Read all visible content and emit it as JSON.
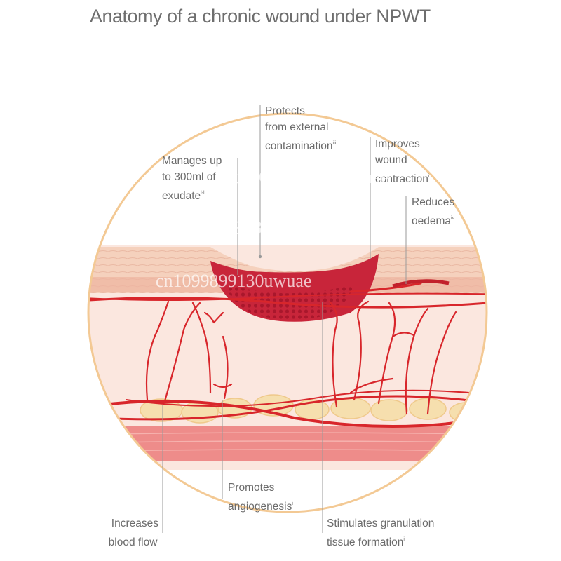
{
  "title": "Anatomy of a chronic wound under NPWT",
  "colors": {
    "circle_border": "#f3c994",
    "epidermis": "#f5d1bd",
    "dermis": "#fbe7df",
    "wound_bed": "#c8253a",
    "blood_vessel": "#d8262b",
    "fat": "#f6dfae",
    "muscle": "#ee8c8a",
    "leader_line": "#9a9a9a"
  },
  "labels": {
    "protects": {
      "line1": "Protects",
      "line2": "from external",
      "line3": "contamination",
      "ref": "iii"
    },
    "manages": {
      "line1": "Manages up",
      "line2": "to 300ml of",
      "line3": "exudate",
      "ref": "i-ii"
    },
    "improves": {
      "line1": "Improves",
      "line2": "wound",
      "line3": "contraction",
      "ref": "i"
    },
    "reduces": {
      "line1": "Reduces",
      "line2": "oedema",
      "ref": "iv"
    },
    "promotes": {
      "line1": "Promotes",
      "line2": "angiogenesis",
      "ref": "i"
    },
    "increases": {
      "line1": "Increases",
      "line2": "blood flow",
      "ref": "i"
    },
    "stimulates": {
      "line1": "Stimulates granulation",
      "line2": "tissue formation",
      "ref": "i"
    }
  },
  "watermarks": [
    "cn1099899130uwuae",
    "cn1099899130uwuae",
    "cn1099899130uwuae"
  ]
}
